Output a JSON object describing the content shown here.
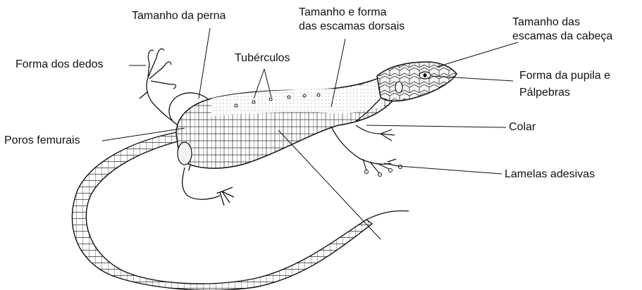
{
  "labels": {
    "tamanho_perna": "Tamanho da perna",
    "escamas_dorsais_1": "Tamanho e forma",
    "escamas_dorsais_2": "das escamas dorsais",
    "escamas_cabeca_1": "Tamanho das",
    "escamas_cabeca_2": "escamas da cabeça",
    "forma_dedos": "Forma dos dedos",
    "tuberculos": "Tubérculos",
    "pupila_1": "Forma da pupila e",
    "pupila_2": "Pálpebras",
    "colar": "Colar",
    "poros_femurais": "Poros femurais",
    "lamelas_adesivas": "Lamelas adesivas"
  },
  "colors": {
    "ink": "#111111",
    "background": "#ffffff"
  }
}
